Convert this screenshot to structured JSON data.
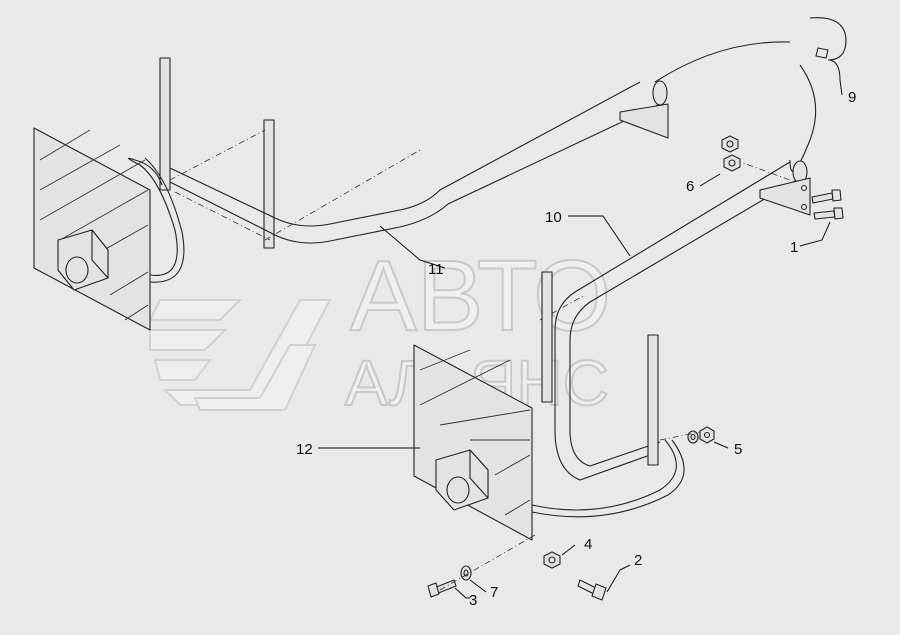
{
  "watermark": {
    "line1": "АВТО",
    "line2": "АЛЬЯНС"
  },
  "callouts": [
    {
      "id": "c1",
      "label": "1"
    },
    {
      "id": "c2",
      "label": "2"
    },
    {
      "id": "c3",
      "label": "3"
    },
    {
      "id": "c4",
      "label": "4"
    },
    {
      "id": "c5",
      "label": "5"
    },
    {
      "id": "c6",
      "label": "6"
    },
    {
      "id": "c7",
      "label": "7"
    },
    {
      "id": "c9",
      "label": "9"
    },
    {
      "id": "c10",
      "label": "10"
    },
    {
      "id": "c11",
      "label": "11"
    },
    {
      "id": "c12",
      "label": "12"
    }
  ]
}
